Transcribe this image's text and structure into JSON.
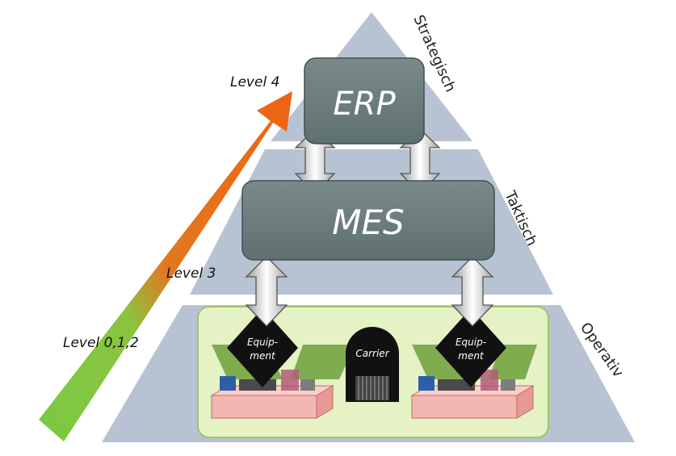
{
  "layers": {
    "erp": "ERP",
    "mes": "MES"
  },
  "levels": {
    "top": "Level 4",
    "middle": "Level 3",
    "bottom": "Level 0,1,2"
  },
  "side_labels": {
    "strategic": "Strategisch",
    "tactical": "Taktisch",
    "operative": "Operativ"
  },
  "shop_floor": {
    "equipment_left": [
      "Equip-",
      "ment"
    ],
    "equipment_right": [
      "Equip-",
      "ment"
    ],
    "carrier": "Carrier"
  },
  "colors": {
    "pyramid": "#b7c3d3",
    "box": "#6a7b7b",
    "shopfloor": "#e4f2c4",
    "arrow_top": "#ef6a1a",
    "arrow_bottom": "#7ac943"
  }
}
